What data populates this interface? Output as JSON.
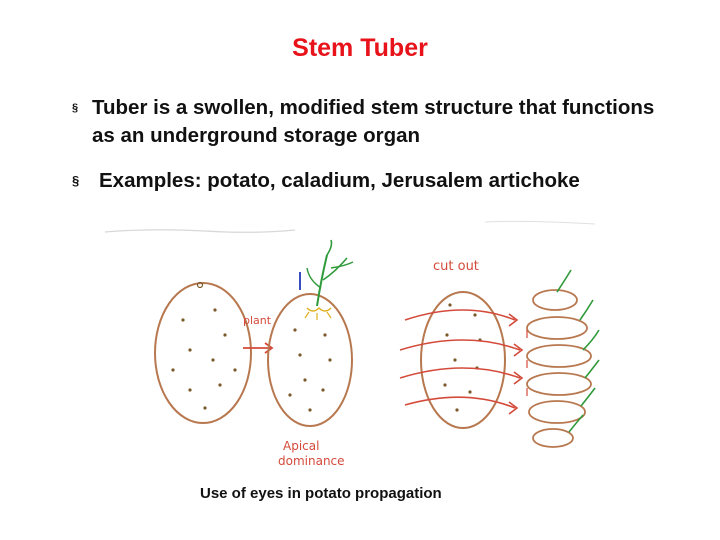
{
  "slide": {
    "title": "Stem Tuber",
    "bullets": [
      {
        "marker": "§",
        "text": "Tuber is a swollen, modified stem structure that functions as an underground storage organ"
      },
      {
        "marker": "§",
        "text": "Examples: potato, caladium, Jerusalem artichoke"
      }
    ]
  },
  "figure": {
    "labels": {
      "plant": "plant",
      "cut_out": "cut out",
      "apical_line1": "Apical",
      "apical_line2": "dominance"
    },
    "caption": "Use of eyes in potato propagation"
  },
  "colors": {
    "title": "#e8121a",
    "tuber_outline": "#b8784f",
    "arrow": "#d44a3a",
    "sprout": "#2f9a3a",
    "eye": "#7a5a2a"
  }
}
